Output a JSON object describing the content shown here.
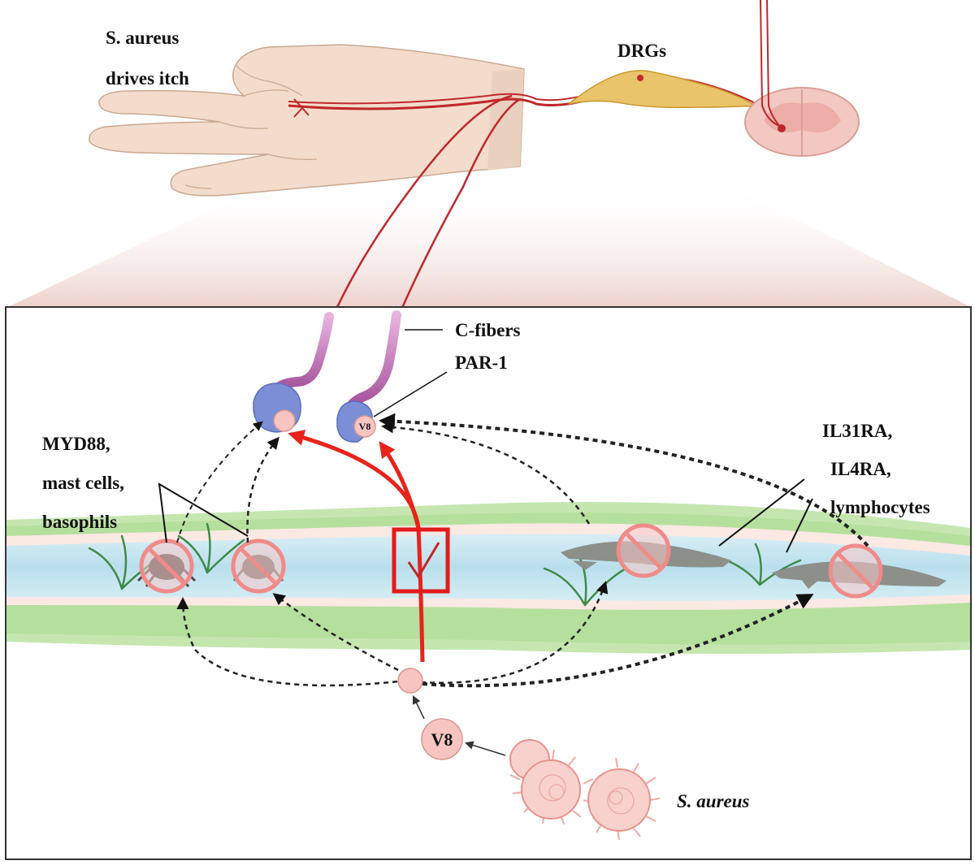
{
  "labels": {
    "s_aureus_itch_line1": "S. aureus",
    "s_aureus_itch_line2": "drives itch",
    "drgs": "DRGs",
    "c_fibers": "C-fibers",
    "par1": "PAR-1",
    "myd88_line1": "MYD88,",
    "myd88_line2": "mast cells,",
    "myd88_line3": "basophils",
    "il31_line1": "IL31RA,",
    "il31_line2": "IL4RA,",
    "il31_line3": "lymphocytes",
    "v8_protease": "V8",
    "v8_on_receptor": "V8",
    "s_aureus_bacteria": "S. aureus"
  },
  "colors": {
    "nerve_red": "#c0272d",
    "arrow_red": "#e8231b",
    "neuron_blue": "#7c8fd6",
    "fiber_purple": "#b066a8",
    "drg_yellow": "#e9c46a",
    "skin_tone": "#f3dccb",
    "river_blue": "#bfe3ee",
    "grass_green": "#a7d98e",
    "bacteria_pink": "#f6c5c1",
    "forbidden_pink": "#f28a8a",
    "check_red": "#e11b1b"
  }
}
